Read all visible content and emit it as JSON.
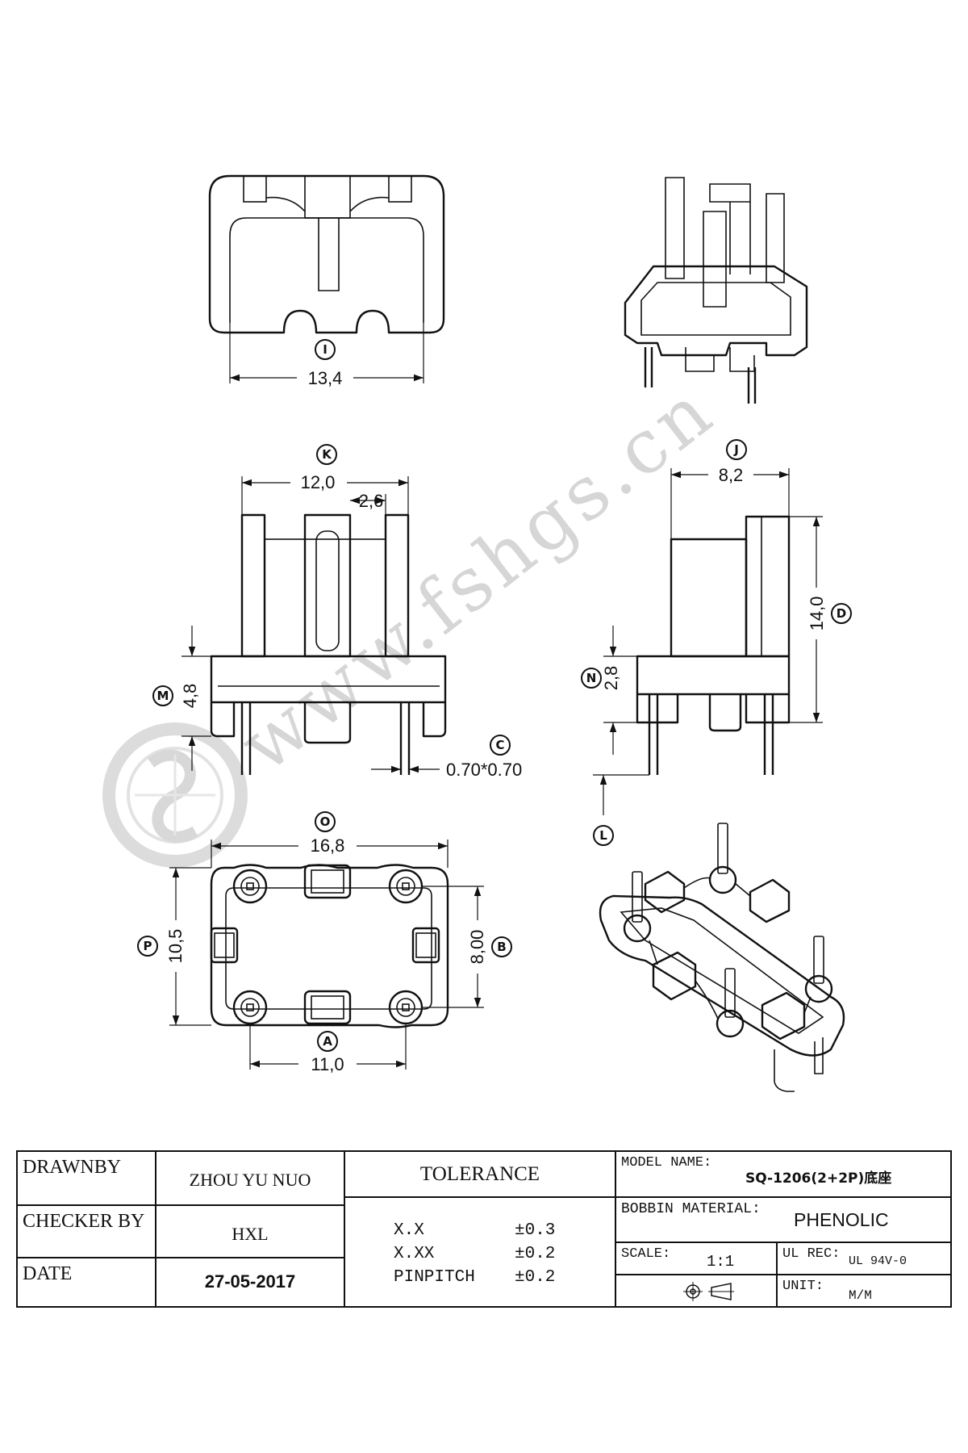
{
  "watermark": "www.fshgs.cn",
  "views": {
    "top_view": {
      "tag": "I",
      "dimension": "13,4"
    },
    "front_view": {
      "width_tag": "K",
      "width": "12,0",
      "pitch": "2,6",
      "height_tag": "M",
      "height": "4,8",
      "pin_tag": "C",
      "pin_size": "0.70*0.70"
    },
    "side_view": {
      "width_tag": "J",
      "width": "8,2",
      "height_tag": "D",
      "height": "14,0",
      "base_tag": "N",
      "base": "2,8",
      "pin_length_tag": "L"
    },
    "bottom_view": {
      "width_tag": "O",
      "width": "16,8",
      "height_tag": "P",
      "height": "10,5",
      "row_tag": "B",
      "row_spacing": "8,00",
      "pin_tag": "A",
      "pin_spacing": "11,0"
    }
  },
  "title_block": {
    "drawn_by_label": "DRAWNBY",
    "drawn_by": "ZHOU YU NUO",
    "checker_label": "CHECKER BY",
    "checker": "HXL",
    "date_label": "DATE",
    "date": "27-05-2017",
    "tolerance_label": "TOLERANCE",
    "tolerances": [
      {
        "name": "X.X",
        "value": "±0.3"
      },
      {
        "name": "X.XX",
        "value": "±0.2"
      },
      {
        "name": "PINPITCH",
        "value": "±0.2"
      }
    ],
    "model_label": "MODEL NAME:",
    "model": "SQ-1206(2+2P)底座",
    "material_label": "BOBBIN MATERIAL:",
    "material": "PHENOLIC",
    "scale_label": "SCALE:",
    "scale": "1:1",
    "ul_label": "UL REC:",
    "ul": "UL 94V-0",
    "unit_label": "UNIT:",
    "unit": "M/M"
  }
}
